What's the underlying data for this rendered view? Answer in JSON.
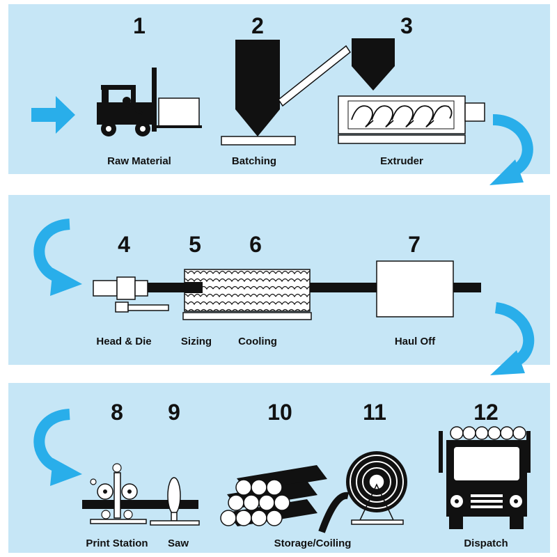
{
  "colors": {
    "band": "#c6e6f6",
    "arrow": "#29aeea",
    "ink": "#111111"
  },
  "stages": [
    {
      "number": "1",
      "label": "Raw Material"
    },
    {
      "number": "2",
      "label": "Batching"
    },
    {
      "number": "3",
      "label": "Extruder"
    },
    {
      "number": "4",
      "label": "Head & Die"
    },
    {
      "number": "5",
      "label": "Sizing"
    },
    {
      "number": "6",
      "label": "Cooling"
    },
    {
      "number": "7",
      "label": "Haul Off"
    },
    {
      "number": "8",
      "label": "Print Station"
    },
    {
      "number": "9",
      "label": "Saw"
    },
    {
      "number": "10",
      "label": "Storage/Coiling"
    },
    {
      "number": "11",
      "label": ""
    },
    {
      "number": "12",
      "label": "Dispatch"
    }
  ],
  "icons": [
    "flow-arrow-icon",
    "forklift-icon",
    "batching-hopper-icon",
    "extruder-icon",
    "curved-arrow-icon",
    "head-die-icon",
    "sizing-icon",
    "cooling-tank-icon",
    "haul-off-icon",
    "print-station-icon",
    "saw-icon",
    "pipe-bundle-icon",
    "coil-reel-icon",
    "truck-icon"
  ]
}
